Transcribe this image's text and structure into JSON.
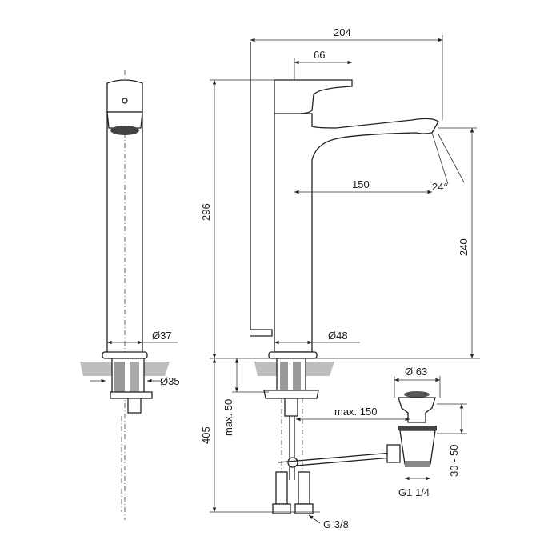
{
  "drawing": {
    "dimensions": {
      "overall_reach": "204",
      "lever_length": "66",
      "total_height": "296",
      "spout_reach": "150",
      "spout_angle": "24°",
      "spout_height": "240",
      "body_diameter_side": "Ø37",
      "body_diameter_front": "Ø48",
      "hole_diameter": "Ø35",
      "below_counter": "405",
      "max_counter_thickness": "max. 50",
      "waste_diameter": "Ø 63",
      "waste_offset": "max. 150",
      "waste_height_range": "30 - 50",
      "waste_thread": "G1 1/4",
      "supply_thread": "G 3/8"
    }
  }
}
